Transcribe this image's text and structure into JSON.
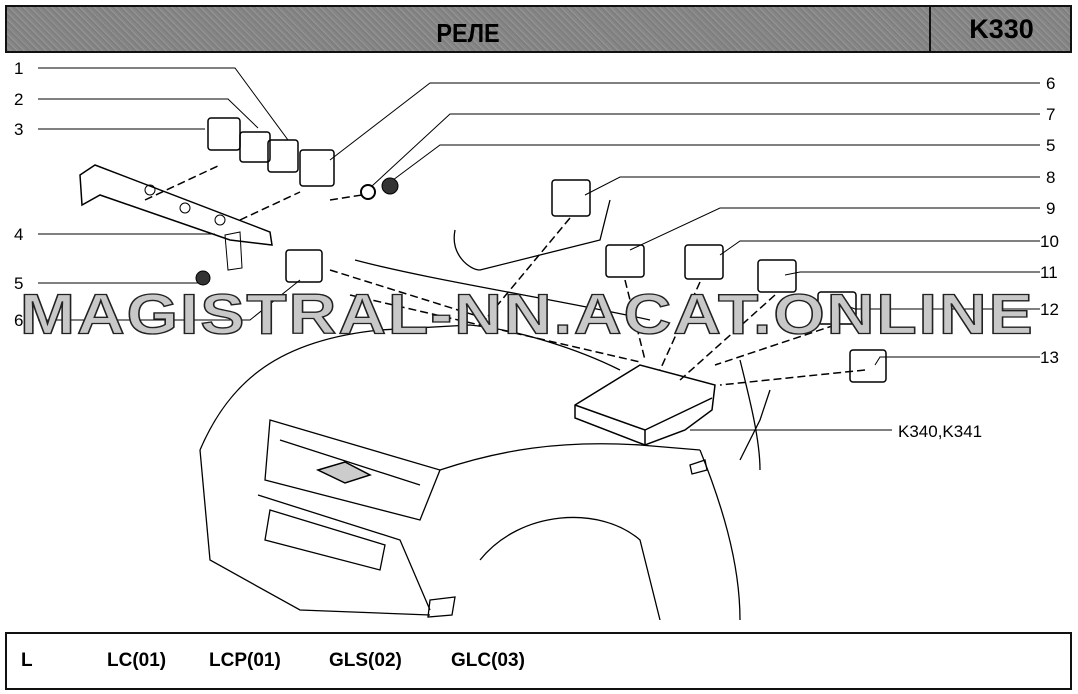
{
  "header": {
    "title": "РЕЛЕ",
    "code": "K330"
  },
  "callouts_left": [
    "1",
    "2",
    "3",
    "4",
    "5",
    "6"
  ],
  "callouts_right": [
    "6",
    "7",
    "5",
    "8",
    "9",
    "10",
    "11",
    "12",
    "13"
  ],
  "fusebox_label": "K340,K341",
  "watermark": "MAGISTRAL-NN.ACAT.ONLINE",
  "footer": {
    "items": [
      "L",
      "LC(01)",
      "LCP(01)",
      "GLS(02)",
      "GLC(03)"
    ]
  }
}
